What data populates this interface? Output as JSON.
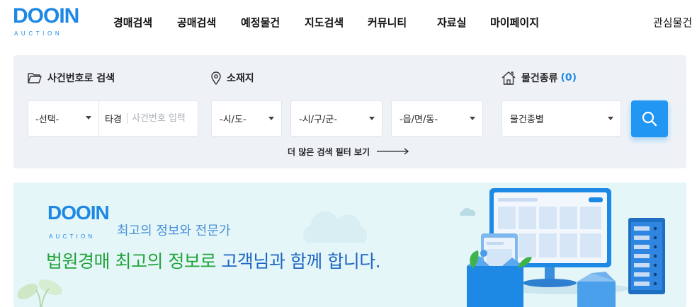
{
  "header": {
    "logo_main": "DOOIN",
    "logo_sub": "AUCTION",
    "nav": [
      {
        "label": "경매검색"
      },
      {
        "label": "공매검색"
      },
      {
        "label": "예정물건"
      },
      {
        "label": "지도검색"
      },
      {
        "label": "커뮤니티"
      },
      {
        "label": "자료실"
      },
      {
        "label": "마이페이지"
      }
    ],
    "right_link": "관심물건"
  },
  "search": {
    "case_section_label": "사건번호로 검색",
    "location_section_label": "소재지",
    "type_section_label": "물건종류",
    "type_count": "(0)",
    "court_select": "-선택-",
    "case_prefix": "타경",
    "case_placeholder": "사건번호 입력",
    "sido_select": "-시/도-",
    "sigungu_select": "-시/구/군-",
    "dong_select": "-읍/면/동-",
    "type_select": "물건종별",
    "more_filters": "더 많은 검색 필터 보기"
  },
  "banner": {
    "logo_main": "DOOIN",
    "logo_sub": "AUCTION",
    "tagline": "최고의 정보와 전문가",
    "headline_green": "법원경매 최고의 정보로",
    "headline_blue": "고객님과 함께 합니다."
  },
  "colors": {
    "accent": "#2196f3",
    "brand": "#1e88e5",
    "headline_green": "#22a33a",
    "headline_blue": "#1e66c4",
    "panel_bg": "#eef2f7",
    "banner_bg": "#e4f6f8"
  }
}
